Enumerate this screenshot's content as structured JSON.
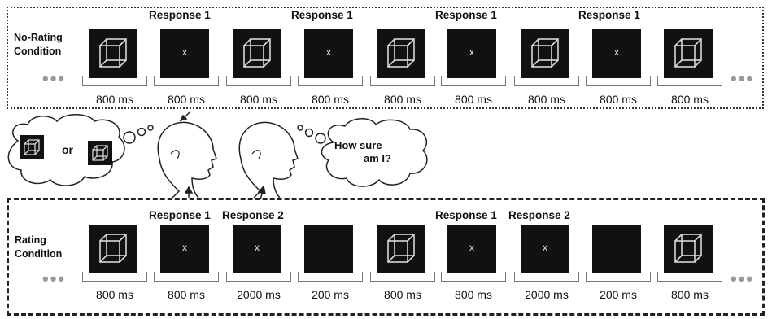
{
  "no_rating": {
    "label_line1": "No-Rating",
    "label_line2": "Condition",
    "responses": [
      "Response 1",
      "Response 1",
      "Response 1",
      "Response 1"
    ],
    "durations": [
      "800 ms",
      "800 ms",
      "800 ms",
      "800 ms",
      "800 ms",
      "800 ms",
      "800 ms",
      "800 ms",
      "800 ms"
    ],
    "stimuli": [
      "cube",
      "x",
      "cube",
      "x",
      "cube",
      "x",
      "cube",
      "x",
      "cube"
    ]
  },
  "rating": {
    "label_line1": "Rating",
    "label_line2": "Condition",
    "responses": [
      "Response 1",
      "Response 2",
      "Response 1",
      "Response 2"
    ],
    "durations": [
      "800 ms",
      "800 ms",
      "2000 ms",
      "200 ms",
      "800 ms",
      "800 ms",
      "2000 ms",
      "200 ms",
      "800 ms"
    ],
    "stimuli": [
      "cube",
      "x",
      "x",
      "blank",
      "cube",
      "x",
      "x",
      "blank",
      "cube"
    ]
  },
  "middle": {
    "or_text": "or",
    "thought_line1": "How sure",
    "thought_line2": "am I?"
  },
  "ellipsis": "•••",
  "mask_symbol": "x"
}
